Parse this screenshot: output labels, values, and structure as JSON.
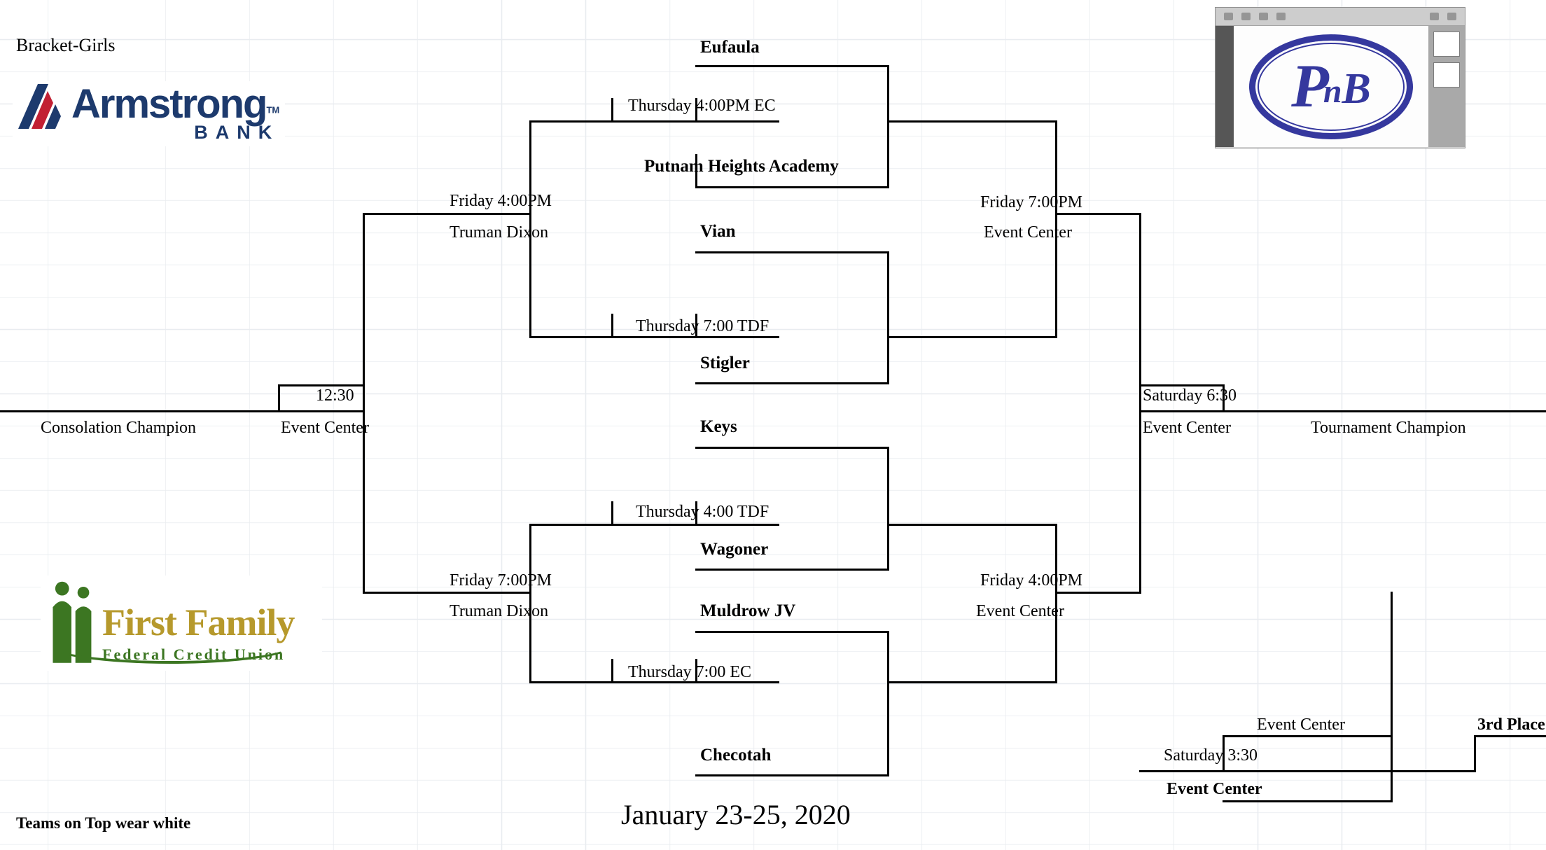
{
  "title": "Bracket-Girls",
  "date": "January 23-25, 2020",
  "note": "Teams on Top wear white",
  "teams": {
    "t1": "Eufaula",
    "t2": "Putnam Heights Academy",
    "t3": "Vian",
    "t4": "Stigler",
    "t5": "Keys",
    "t6": "Wagoner",
    "t7": "Muldrow JV",
    "t8": "Checotah"
  },
  "games": {
    "r1g1": "Thursday 4:00PM EC",
    "r1g2": "Thursday 7:00 TDF",
    "r1g3": "Thursday 4:00 TDF",
    "r1g4": "Thursday 7:00 EC",
    "csf1_time": "Friday 4:00PM",
    "csf1_venue": "Truman Dixon",
    "csf2_time": "Friday 7:00PM",
    "csf2_venue": "Truman Dixon",
    "sf1_time": "Friday 7:00PM",
    "sf1_venue": "Event Center",
    "sf2_time": "Friday 4:00PM",
    "sf2_venue": "Event Center",
    "cfinal_time": "12:30",
    "cfinal_venue": "Event Center",
    "final_time": "Saturday 6:30",
    "final_venue": "Event Center",
    "third_venue_top": "Event Center",
    "third_label": "3rd Place",
    "third_time": "Saturday 3:30",
    "third_venue": "Event Center"
  },
  "results": {
    "consolation_champion": "Consolation Champion",
    "tournament_champion": "Tournament Champion"
  },
  "sponsors": {
    "armstrong": {
      "name": "Armstrong",
      "bank": "BANK",
      "tm": "TM",
      "navy": "#1d3a6d",
      "red": "#c22033"
    },
    "first_family": {
      "name": "First Family",
      "tagline": "Federal Credit Union",
      "green": "#3c7622",
      "gold": "#b6992c"
    },
    "pnb": {
      "letters": [
        "P",
        "n",
        "B"
      ],
      "blue": "#35389e"
    }
  }
}
